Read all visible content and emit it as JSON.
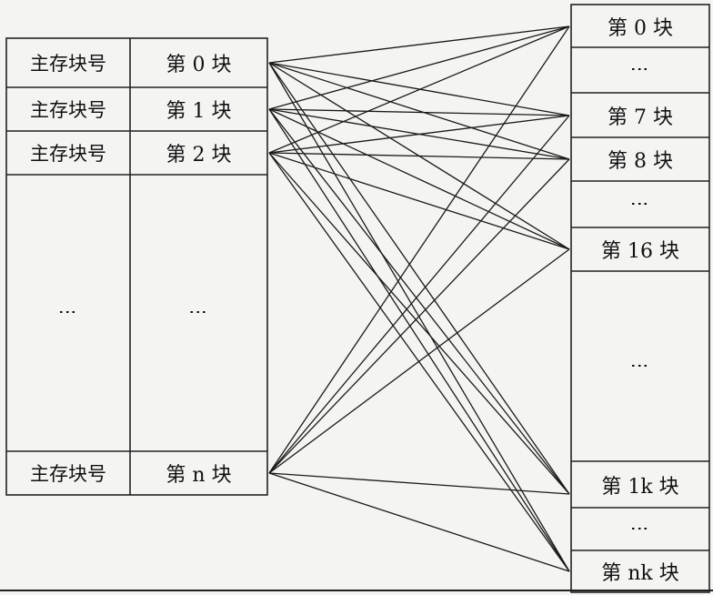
{
  "left_table": {
    "rows": [
      {
        "tag": "主存块号",
        "block": "第 0 块"
      },
      {
        "tag": "主存块号",
        "block": "第 1 块"
      },
      {
        "tag": "主存块号",
        "block": "第 2 块"
      },
      {
        "tag": "⋮",
        "block": "⋮"
      },
      {
        "tag": "主存块号",
        "block": "第 n 块"
      }
    ]
  },
  "right_column": {
    "cells": [
      "第 0 块",
      "⋮",
      "第 7 块",
      "第 8 块",
      "⋮",
      "第 16 块",
      "⋮",
      "第 1k 块",
      "⋮",
      "第 nk 块"
    ]
  },
  "connections": {
    "note_from_left_row_to_right_cell": [
      [
        0,
        0
      ],
      [
        0,
        2
      ],
      [
        0,
        3
      ],
      [
        0,
        5
      ],
      [
        0,
        7
      ],
      [
        0,
        9
      ],
      [
        1,
        0
      ],
      [
        1,
        2
      ],
      [
        1,
        3
      ],
      [
        1,
        5
      ],
      [
        1,
        7
      ],
      [
        1,
        9
      ],
      [
        2,
        0
      ],
      [
        2,
        2
      ],
      [
        2,
        3
      ],
      [
        2,
        5
      ],
      [
        2,
        7
      ],
      [
        2,
        9
      ],
      [
        4,
        0
      ],
      [
        4,
        2
      ],
      [
        4,
        3
      ],
      [
        4,
        5
      ],
      [
        4,
        7
      ],
      [
        4,
        9
      ]
    ]
  }
}
